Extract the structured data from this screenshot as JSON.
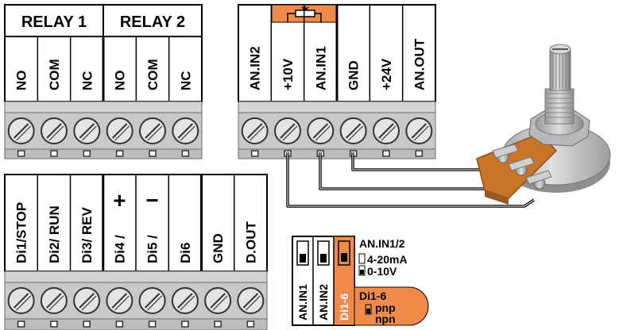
{
  "colors": {
    "accent_orange": "#F08A4B",
    "terminal_grey": "#D9D9D9",
    "terminal_dark": "#BDBDBD",
    "wire": "#000000",
    "pot_brown": "#C8752A",
    "metal": "#B8B8B8"
  },
  "relay_block": {
    "relay1_title": "RELAY 1",
    "relay2_title": "RELAY 2",
    "relay1_pins": [
      "NO",
      "COM",
      "NC"
    ],
    "relay2_pins": [
      "NO",
      "COM",
      "NC"
    ]
  },
  "analog_block": {
    "pins": [
      "AN.IN2",
      "+10V",
      "AN.IN1",
      "GND",
      "+24V",
      "AN.OUT"
    ]
  },
  "digital_block": {
    "pins": [
      "Di1/STOP",
      "Di2/ RUN",
      "Di3/ REV",
      "Di4 /",
      "Di5 /",
      "Di6",
      "GND",
      "D.OUT"
    ],
    "plus_symbol": "+",
    "minus_symbol": "−"
  },
  "switch_block": {
    "switch_labels": [
      "AN.IN1",
      "AN.IN2",
      "Di1-6"
    ],
    "analog_title": "AN.IN1/2",
    "analog_opt1": "4-20mA",
    "analog_opt2": "0-10V",
    "digital_title": "Di1-6",
    "digital_opt1": "pnp",
    "digital_opt2": "npn"
  },
  "icons": {
    "potentiometer": "potentiometer-icon",
    "screw": "screw-terminal-icon",
    "resistor": "resistor-symbol-icon"
  }
}
